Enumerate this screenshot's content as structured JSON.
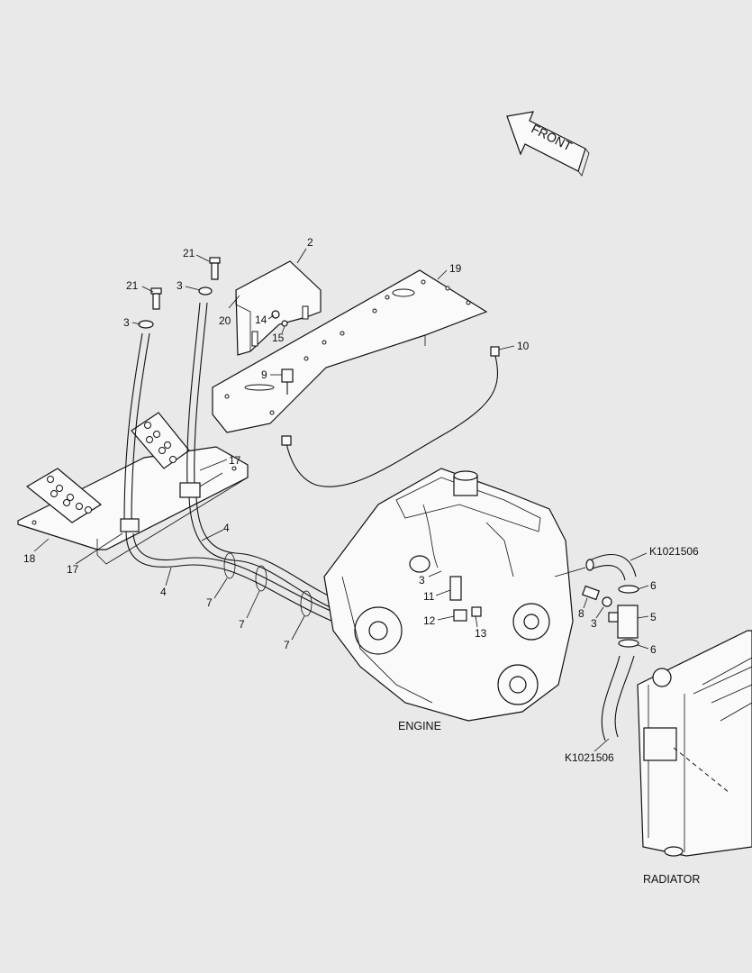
{
  "direction_arrow": {
    "label": "FRONT"
  },
  "captions": {
    "engine": "ENGINE",
    "radiator": "RADIATOR"
  },
  "callouts": {
    "c2": "2",
    "c19": "19",
    "c21a": "21",
    "c21b": "21",
    "c3a": "3",
    "c3b": "3",
    "c20": "20",
    "c14": "14",
    "c15": "15",
    "c9": "9",
    "c10": "10",
    "c17a": "17",
    "c17b": "17",
    "c18": "18",
    "c4a": "4",
    "c4b": "4",
    "c7a": "7",
    "c7b": "7",
    "c7c": "7",
    "c3c": "3",
    "c11": "11",
    "c12": "12",
    "c13": "13",
    "c8": "8",
    "c3d": "3",
    "c6a": "6",
    "c5": "5",
    "c6b": "6",
    "hose_top": "K1021506",
    "hose_bottom": "K1021506"
  }
}
